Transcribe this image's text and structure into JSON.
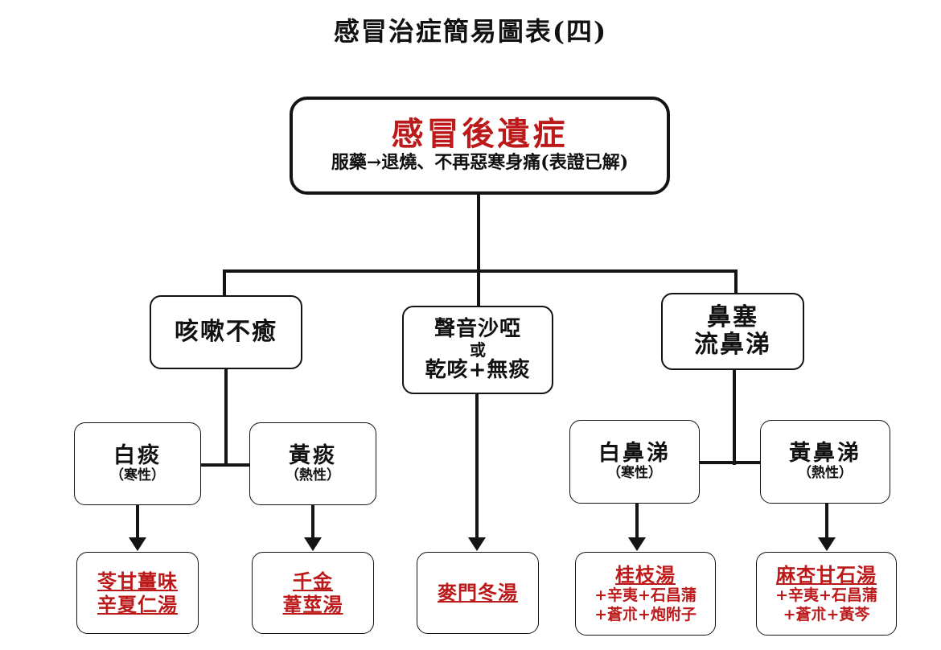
{
  "title": "感冒治症簡易圖表(四)",
  "root": {
    "main": "感冒後遺症",
    "sub": "服藥→退燒、不再惡寒身痛(表證已解)"
  },
  "branches": {
    "cough": {
      "label": "咳嗽不癒",
      "children": {
        "white_phlegm": {
          "name": "白痰",
          "nature": "（寒性）"
        },
        "yellow_phlegm": {
          "name": "黃痰",
          "nature": "（熱性）"
        }
      }
    },
    "hoarse": {
      "line1": "聲音沙啞",
      "line2": "或",
      "line3": "乾咳+無痰"
    },
    "nasal": {
      "line1": "鼻塞",
      "line2": "流鼻涕",
      "children": {
        "white_mucus": {
          "name": "白鼻涕",
          "nature": "（寒性）"
        },
        "yellow_mucus": {
          "name": "黃鼻涕",
          "nature": "（熱性）"
        }
      }
    }
  },
  "prescriptions": {
    "rx1": {
      "line1": "苓甘薑味",
      "line2": "辛夏仁湯"
    },
    "rx2": {
      "line1": "千金",
      "line2": "葦莖湯"
    },
    "rx3": {
      "line1": "麥門冬湯"
    },
    "rx4": {
      "head": "桂枝湯",
      "add1": "+辛夷+石昌蒲",
      "add2": "+蒼朮+炮附子"
    },
    "rx5": {
      "head": "麻杏甘石湯",
      "add1": "+辛夷+石昌蒲",
      "add2": "+蒼朮+黃芩"
    }
  },
  "colors": {
    "red": "#BC1A1A",
    "black": "#111111",
    "line": "#141414",
    "background": "#FFFFFF"
  }
}
